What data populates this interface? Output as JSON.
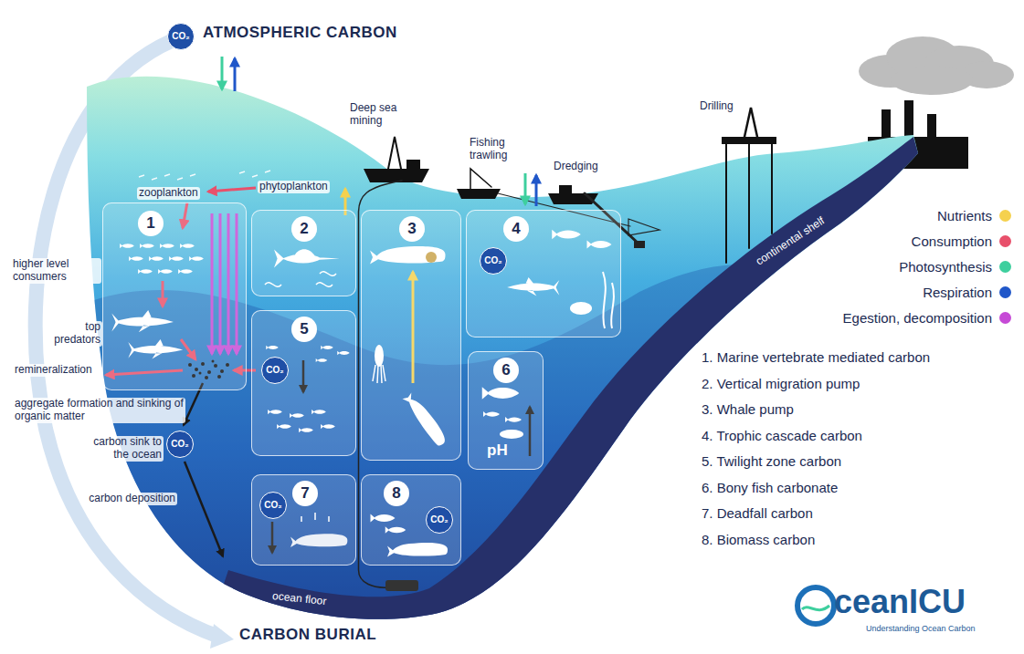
{
  "diagram": {
    "nodes": [
      {
        "text": [
          "1"
        ]
      },
      {
        "text": [
          "2"
        ]
      },
      {
        "text": [
          "3"
        ]
      },
      {
        "text": [
          "4",
          "CO₂"
        ]
      },
      {
        "text": [
          "5",
          "CO₂"
        ]
      },
      {
        "text": [
          "6",
          "pH"
        ]
      },
      {
        "text": [
          "7",
          "CO₂"
        ]
      },
      {
        "text": [
          "8",
          "CO₂"
        ]
      }
    ],
    "labels": [
      "ATMOSPHERIC CARBON",
      "CO₂",
      "Deep sea mining",
      "Fishing trawling",
      "Dredging",
      "Drilling",
      "phytoplankton",
      "zooplankton",
      "higher level consumers",
      "top predators",
      "remineralization",
      "aggregate formation and sinking of organic matter",
      "CO₂",
      "carbon sink to the ocean",
      "carbon deposition",
      "ocean floor",
      "continental shelf",
      "1. Marine vertebrate mediated carbon",
      "2. Vertical migration pump",
      "3. Whale pump",
      "4. Trophic cascade carbon",
      "5. Twilight zone carbon",
      "6. Bony fish carbonate",
      "7. Deadfall carbon",
      "8. Biomass carbon",
      "ceanICU",
      "Understanding Ocean Carbon",
      "CARBON BURIAL"
    ],
    "legend": [
      {
        "text": "Nutrients",
        "color": "#f5d14e"
      },
      {
        "text": "Consumption",
        "color": "#e8506b"
      },
      {
        "text": "Photosynthesis",
        "color": "#3ecf9e"
      },
      {
        "text": "Respiration",
        "color": "#2057c9"
      },
      {
        "text": "Egestion, decomposition",
        "color": "#c64ad6"
      }
    ]
  }
}
